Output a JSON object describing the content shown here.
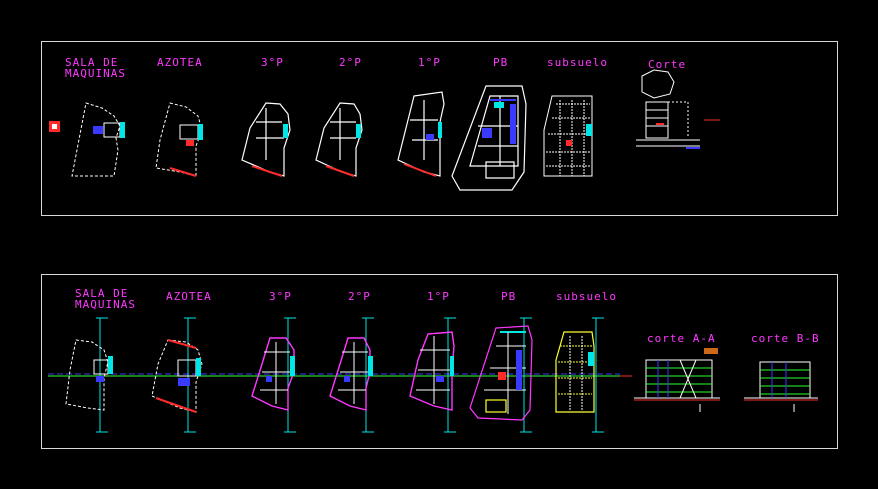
{
  "colors": {
    "background": "#000000",
    "frame": "#d8d8d8",
    "label": "#ff38ff",
    "wall": "#ffffff",
    "accent_red": "#ff2a2a",
    "accent_blue": "#3a3aff",
    "accent_cyan": "#00e5e5",
    "accent_yellow": "#ffff30",
    "accent_green": "#30ff30"
  },
  "sheet_top": {
    "labels": [
      "SALA DE\nMAQUINAS",
      "AZOTEA",
      "3°P",
      "2°P",
      "1°P",
      "PB",
      "subsuelo",
      "Corte"
    ]
  },
  "sheet_bottom": {
    "labels": [
      "SALA DE\nMAQUINAS",
      "AZOTEA",
      "3°P",
      "2°P",
      "1°P",
      "PB",
      "subsuelo",
      "corte A-A",
      "corte B-B"
    ]
  }
}
